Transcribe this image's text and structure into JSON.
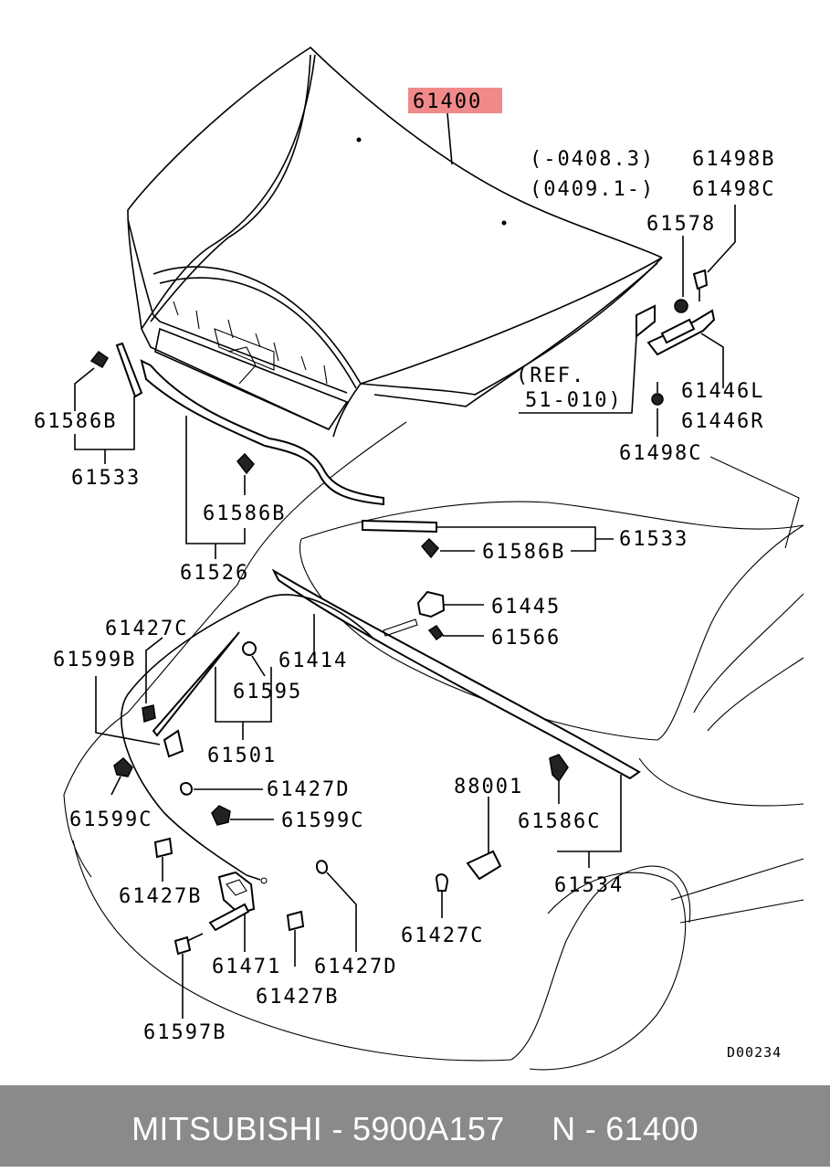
{
  "highlight_color": "#f08a8a",
  "footer_bg": "#8a8a8a",
  "footer": {
    "brand": "MITSUBISHI",
    "part_number": "5900A157",
    "ref": "N",
    "ref_number": "61400"
  },
  "drawing_code": "D00234",
  "labels": {
    "main_part": "61400",
    "date_range_1": "(-0408.3)",
    "part_61498b": "61498B",
    "date_range_2": "(0409.1-)",
    "part_61498c_top": "61498C",
    "part_61578": "61578",
    "ref_1": "(REF.",
    "ref_2": "51-010)",
    "part_61446l": "61446L",
    "part_61446r": "61446R",
    "part_61498c": "61498C",
    "part_61586b_left": "61586B",
    "part_61533_left": "61533",
    "part_61586b_mid": "61586B",
    "part_61526": "61526",
    "part_61533_right": "61533",
    "part_61586b_right": "61586B",
    "part_61445": "61445",
    "part_61566": "61566",
    "part_61427c_top": "61427C",
    "part_61599b": "61599B",
    "part_61414": "61414",
    "part_61595": "61595",
    "part_61501": "61501",
    "part_61427d_mid": "61427D",
    "part_61599c_left": "61599C",
    "part_61599c_right": "61599C",
    "part_88001": "88001",
    "part_61586c": "61586C",
    "part_61534": "61534",
    "part_61427b_left": "61427B",
    "part_61427c_bottom": "61427C",
    "part_61471": "61471",
    "part_61427d_bottom": "61427D",
    "part_61427b_bottom": "61427B",
    "part_61597b": "61597B"
  }
}
